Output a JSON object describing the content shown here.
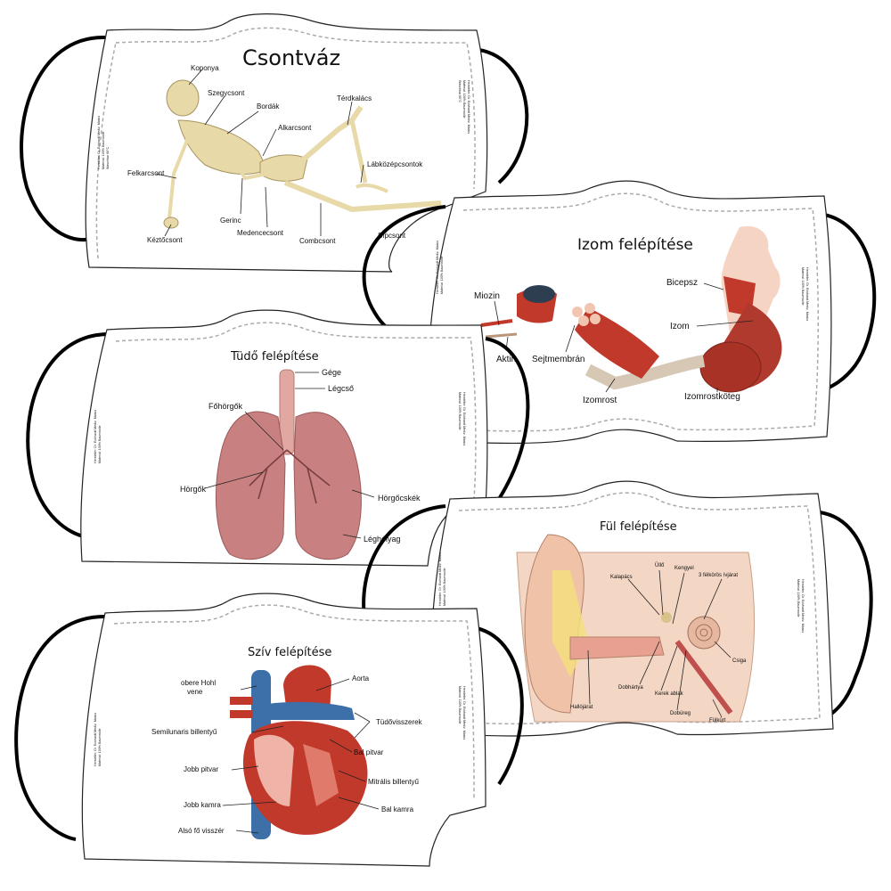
{
  "masks": {
    "skeleton": {
      "title": "Csontváz",
      "labels": {
        "koponya": "Koponya",
        "szegycsont": "Szegycsont",
        "bordak": "Bordák",
        "alkarcsont": "Alkarcsont",
        "terdkalacs": "Térdkalács",
        "labkozep": "Lábközépcsontok",
        "felkarcsont": "Felkarcsont",
        "keztocsont": "Kéztőcsont",
        "gerinc": "Gerinc",
        "medencecsont": "Medencecsont",
        "combcsont": "Combcsont",
        "sipcsont": "Sípcsont"
      }
    },
    "muscle": {
      "title": "Izom felépítése",
      "labels": {
        "bicepsz": "Bicepsz",
        "izom": "Izom",
        "miozin": "Miozin",
        "aktin": "Aktin",
        "sejtmembran": "Sejtmembrán",
        "izomrost": "Izomrost",
        "izomrostkoteg": "Izomrostköteg"
      }
    },
    "lung": {
      "title": "Tüdő felépítése",
      "labels": {
        "gege": "Gége",
        "legcso": "Légcső",
        "fohorgok": "Főhörgők",
        "horgok": "Hörgők",
        "horgocskek": "Hörgőcskék",
        "leghólyag": "Léghólyag"
      }
    },
    "ear": {
      "title": "Fül felépítése",
      "labels": {
        "ullo": "Üllő",
        "kalapacs": "Kalapács",
        "kengyel": "Kengyel",
        "ivjarat": "3 félkörös ívjárat",
        "csiga": "Csiga",
        "dobhartya": "Dobhártya",
        "kerek_ablak": "Kerek ablak",
        "hallojarat": "Hallójárat",
        "dobureg": "Dobüreg",
        "fulkurt": "Fülkürt"
      }
    },
    "heart": {
      "title": "Szív felépítése",
      "labels": {
        "obere_hohl": "obere Hohl",
        "vene": "vene",
        "aorta": "Aorta",
        "tudovisszerek": "Tüdővisszerek",
        "semilunaris": "Semilunaris billentyű",
        "bal_pitvar": "Bal pitvar",
        "jobb_pitvar": "Jobb pitvar",
        "mitralis": "Mitrális billentyű",
        "jobb_kamra": "Jobb kamra",
        "bal_kamra": "Bal kamra",
        "also_fo": "Alsó fő visszér"
      }
    }
  },
  "colors": {
    "bone": "#e8d9a8",
    "muscle": "#c0392b",
    "lung": "#c98080",
    "vein": "#3d6fa8",
    "artery": "#c0392b"
  }
}
